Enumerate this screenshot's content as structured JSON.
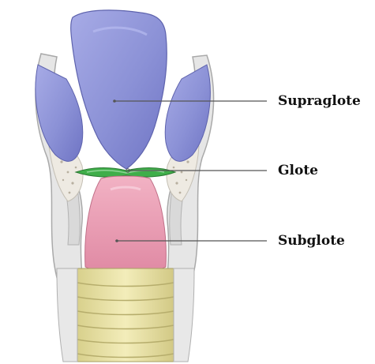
{
  "labels": {
    "supraglote": "Supraglote",
    "glote": "Glote",
    "subglote": "Subglote"
  },
  "colors": {
    "supraglote": "#8f95d8",
    "glote": "#3fae4a",
    "subglote": "#e8a0b4",
    "trachea": "#ece6ad",
    "cartilage": "#e4e4e4",
    "leader_line": "#555555"
  }
}
